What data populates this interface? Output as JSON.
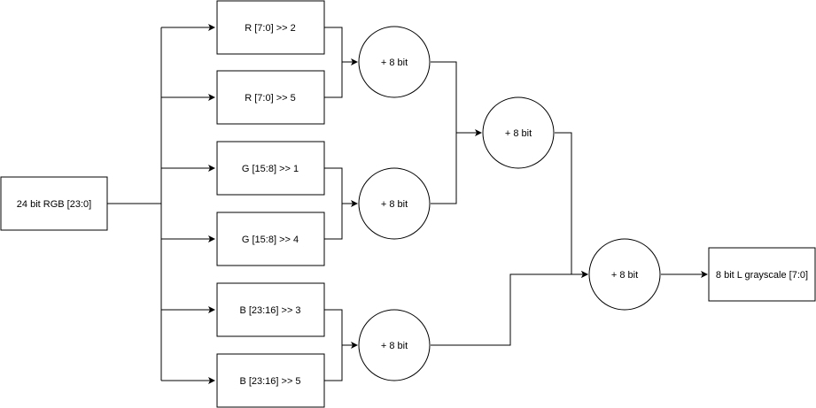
{
  "nodes": {
    "input": {
      "label": "24 bit RGB [23:0]"
    },
    "r_shift2": {
      "label": "R [7:0] >> 2"
    },
    "r_shift5": {
      "label": "R [7:0] >> 5"
    },
    "g_shift1": {
      "label": "G [15:8] >> 1"
    },
    "g_shift4": {
      "label": "G [15:8] >> 4"
    },
    "b_shift3": {
      "label": "B [23:16] >> 3"
    },
    "b_shift5": {
      "label": "B [23:16] >> 5"
    },
    "adder_r": {
      "label": "+ 8 bit"
    },
    "adder_g": {
      "label": "+ 8 bit"
    },
    "adder_b": {
      "label": "+ 8 bit"
    },
    "adder_rg": {
      "label": "+ 8 bit"
    },
    "adder_final": {
      "label": "+ 8 bit"
    },
    "output": {
      "label": "8 bit L grayscale [7:0]"
    }
  },
  "edges": [
    {
      "from": "input",
      "to": "r_shift2"
    },
    {
      "from": "input",
      "to": "r_shift5"
    },
    {
      "from": "input",
      "to": "g_shift1"
    },
    {
      "from": "input",
      "to": "g_shift4"
    },
    {
      "from": "input",
      "to": "b_shift3"
    },
    {
      "from": "input",
      "to": "b_shift5"
    },
    {
      "from": "r_shift2",
      "to": "adder_r"
    },
    {
      "from": "r_shift5",
      "to": "adder_r"
    },
    {
      "from": "g_shift1",
      "to": "adder_g"
    },
    {
      "from": "g_shift4",
      "to": "adder_g"
    },
    {
      "from": "b_shift3",
      "to": "adder_b"
    },
    {
      "from": "b_shift5",
      "to": "adder_b"
    },
    {
      "from": "adder_r",
      "to": "adder_rg"
    },
    {
      "from": "adder_g",
      "to": "adder_rg"
    },
    {
      "from": "adder_rg",
      "to": "adder_final"
    },
    {
      "from": "adder_b",
      "to": "adder_final"
    },
    {
      "from": "adder_final",
      "to": "output"
    }
  ]
}
